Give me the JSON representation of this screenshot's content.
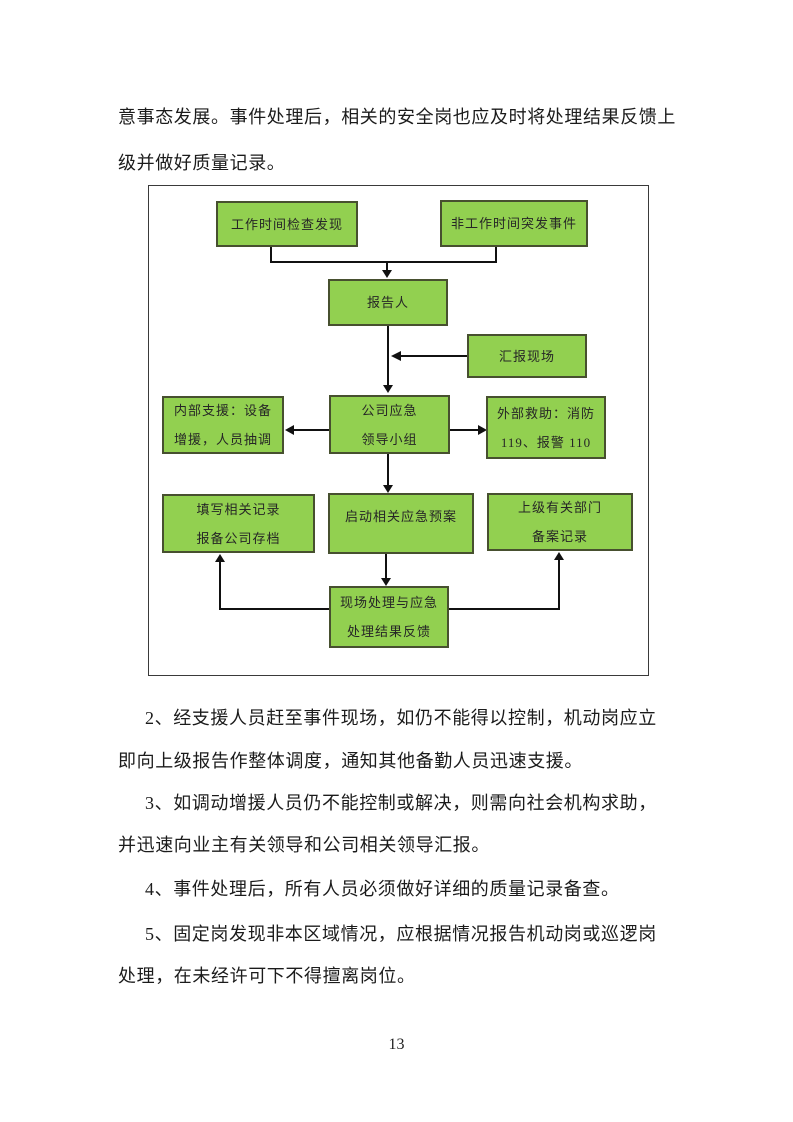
{
  "page": {
    "number": "13"
  },
  "colors": {
    "node_fill": "#92d050",
    "node_border": "#47502f",
    "flow_line": "#111111",
    "frame_border": "#3a3a3a",
    "text": "#1b1b1b"
  },
  "body": {
    "lines": [
      "意事态发展。事件处理后，相关的安全岗也应及时将处理结果反馈上",
      "级并做好质量记录。",
      "2、经支援人员赶至事件现场，如仍不能得以控制，机动岗应立",
      "即向上级报告作整体调度，通知其他备勤人员迅速支援。",
      "3、如调动增援人员仍不能控制或解决，则需向社会机构求助，",
      "并迅速向业主有关领导和公司相关领导汇报。",
      "4、事件处理后，所有人员必须做好详细的质量记录备查。",
      "5、固定岗发现非本区域情况，应根据情况报告机动岗或巡逻岗",
      "处理，在未经许可下不得擅离岗位。"
    ]
  },
  "flowchart": {
    "nodes": {
      "work_time": "工作时间检查发现",
      "non_work_time": "非工作时间突发事件",
      "reporter": "报告人",
      "report_scene": "汇报现场",
      "internal_support": "内部支援：设备\n增援，人员抽调",
      "lead_group": "公司应急\n领导小组",
      "external_rescue": "外部救助：消防\n119、报警 110",
      "fill_record": "填写相关记录\n报备公司存档",
      "launch_plan": "启动相关应急预案",
      "superior_filing": "上级有关部门\n备案记录",
      "scene_feedback": "现场处理与应急\n处理结果反馈"
    }
  }
}
